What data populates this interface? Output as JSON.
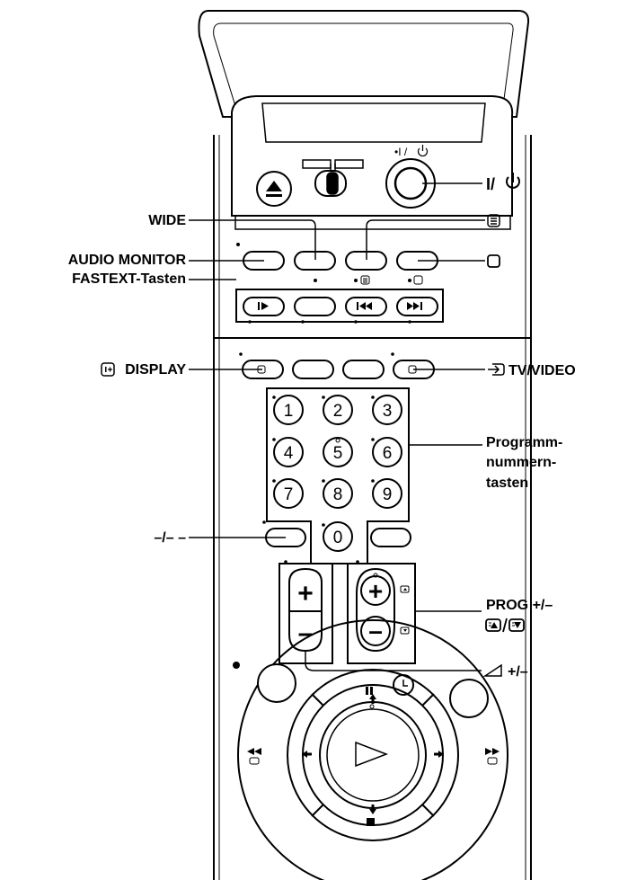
{
  "labels": {
    "power": "I/",
    "wide": "WIDE",
    "audio_monitor": "AUDIO MONITOR",
    "fastext": "FASTEXT-Tasten",
    "display": "DISPLAY",
    "tv_video": "TV/VIDEO",
    "prog_numbers_1": "Programm-",
    "prog_numbers_2": "nummern-",
    "prog_numbers_3": "tasten",
    "digit_mode": "–/– –",
    "prog_plus_minus": "PROG +/–",
    "volume": "+/–"
  },
  "remote": {
    "power_top_label": "•I / ",
    "keypad": [
      "1",
      "2",
      "3",
      "4",
      "5",
      "6",
      "7",
      "8",
      "9",
      "0"
    ],
    "plus": "+",
    "minus": "–"
  }
}
